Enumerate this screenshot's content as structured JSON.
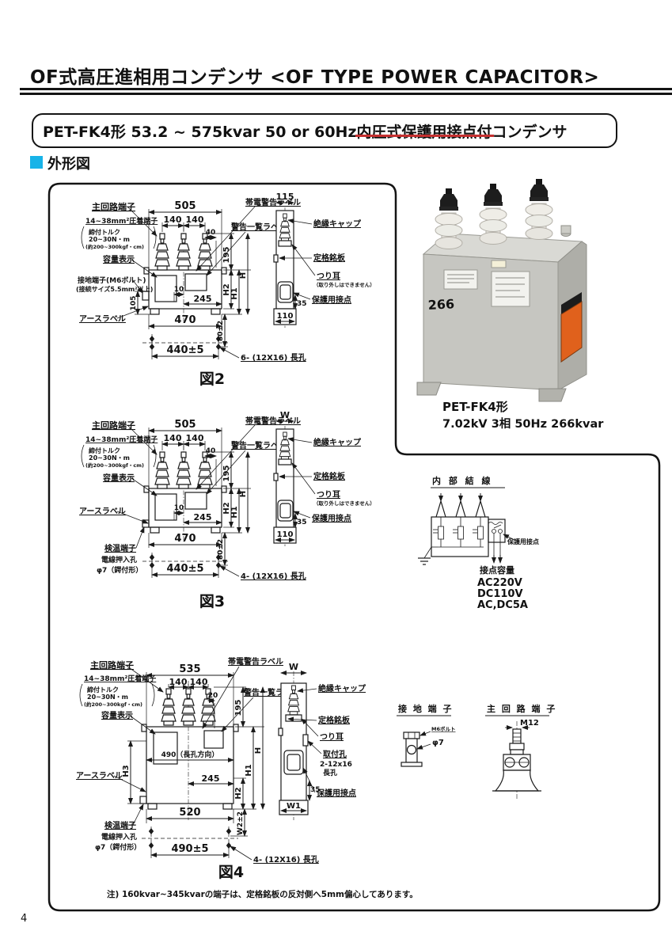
{
  "header": {
    "title": "OF式高圧進相用コンデンサ <OF TYPE POWER CAPACITOR>",
    "model_box": {
      "prefix": "PET-FK4形 53.2 ~ 575kvar 50 or 60Hz ",
      "marked": "内圧式保護用接点付",
      "suffix": "コンデンサ"
    },
    "section_label": "外形図",
    "accent_cyan": "#17b3e8",
    "mark_red": "#c53030"
  },
  "photo": {
    "badge": "266",
    "caption_model": "PET-FK4形",
    "caption_spec": "7.02kV 3相 50Hz 266kvar"
  },
  "figures": {
    "fig2": {
      "caption": "図2",
      "labels": {
        "main_terminal": "主回路端子",
        "crimp": "14~38mm²圧着端子",
        "torque1": "締付トルク",
        "torque2": "20~30N・m",
        "torque3": "(約200~300kgf・cm)",
        "capacity": "容量表示",
        "ground": "接地端子(M6ボルト)",
        "ground_size": "(接続サイズ5.5mm²以上)",
        "earth": "アースラベル",
        "charge_warn": "帯電警告ラベル",
        "warn_list": "警告一覧ラベル",
        "insul_cap": "絶縁キャップ",
        "nameplate": "定格銘板",
        "lug": "つり耳",
        "lug_note": "（取り外しはできません）",
        "contact": "保護用接点"
      },
      "dims": {
        "w505": "505",
        "w140a": "140",
        "w140b": "140",
        "w40": "40",
        "h195": "195",
        "H": "H",
        "H1": "H1",
        "H2": "H2",
        "w10": "10",
        "w245": "245",
        "w470": "470",
        "h105": "105",
        "h80": "80±2",
        "w440": "440±5",
        "holes": "6- (12X16) 長孔",
        "s115": "115",
        "s35": "35",
        "s110": "110"
      }
    },
    "fig3": {
      "caption": "図3",
      "labels": {
        "main_terminal": "主回路端子",
        "crimp": "14~38mm²圧着端子",
        "torque1": "締付トルク",
        "torque2": "20~30N・m",
        "torque3": "(約200~300kgf・cm)",
        "capacity": "容量表示",
        "earth": "アースラベル",
        "temp": "検温端子",
        "wire_hole": "電線押入孔",
        "wire_dia": "φ7（鍔付形）",
        "charge_warn": "帯電警告ラベル",
        "warn_list": "警告一覧ラベル",
        "insul_cap": "絶縁キャップ",
        "nameplate": "定格銘板",
        "lug": "つり耳",
        "lug_note": "（取り外しはできません）",
        "contact": "保護用接点"
      },
      "dims": {
        "w505": "505",
        "w140a": "140",
        "w140b": "140",
        "w40": "40",
        "h195": "195",
        "H": "H",
        "H1": "H1",
        "H2": "H2",
        "w10": "10",
        "w245": "245",
        "w470": "470",
        "h80": "80±2",
        "w440": "440±5",
        "holes": "4- (12X16) 長孔",
        "sW": "W",
        "s35": "35",
        "s110": "110"
      }
    },
    "fig4": {
      "caption": "図4",
      "labels": {
        "main_terminal": "主回路端子",
        "crimp": "14~38mm²圧着端子",
        "torque1": "締付トルク",
        "torque2": "20~30N・m",
        "torque3": "(約200~300kgf・cm)",
        "capacity": "容量表示",
        "earth": "アースラベル",
        "temp": "検温端子",
        "wire_hole": "電線押入孔",
        "wire_dia": "φ7（鍔付形）",
        "charge_warn": "帯電警告ラベル",
        "warn_list": "警告一覧ラベル",
        "insul_cap": "絶縁キャップ",
        "nameplate": "定格銘板",
        "lug": "つり耳",
        "mount1": "取付孔",
        "mount2": "2-12x16",
        "mount3": "長孔",
        "contact": "保護用接点"
      },
      "dims": {
        "w535": "535",
        "w140a": "140",
        "w140b": "140",
        "w20": "20",
        "h195": "195",
        "H": "H",
        "H1": "H1",
        "H2": "H2",
        "H3": "H3",
        "w490": "490（長孔方向）",
        "w245": "245",
        "w520": "520",
        "hW2": "W2±2",
        "w490b": "490±5",
        "holes": "4- (12X16) 長孔",
        "sW": "W",
        "s35": "35",
        "sW1": "W1"
      }
    }
  },
  "wiring": {
    "title": "内 部 結 線",
    "contact_label": "保護用接点",
    "rating_title": "接点容量",
    "r1": "AC220V",
    "r2": "DC110V",
    "r3": "AC,DC5A"
  },
  "terminals": {
    "ground_title": "接 地 端 子",
    "ground_bolt": "M6ボルト",
    "ground_dia": "φ7",
    "main_title": "主 回 路 端 子",
    "main_size": "M12"
  },
  "footer": {
    "note": "注) 160kvar~345kvarの端子は、定格銘板の反対側へ5mm偏心してあります。",
    "page_number": "4"
  }
}
